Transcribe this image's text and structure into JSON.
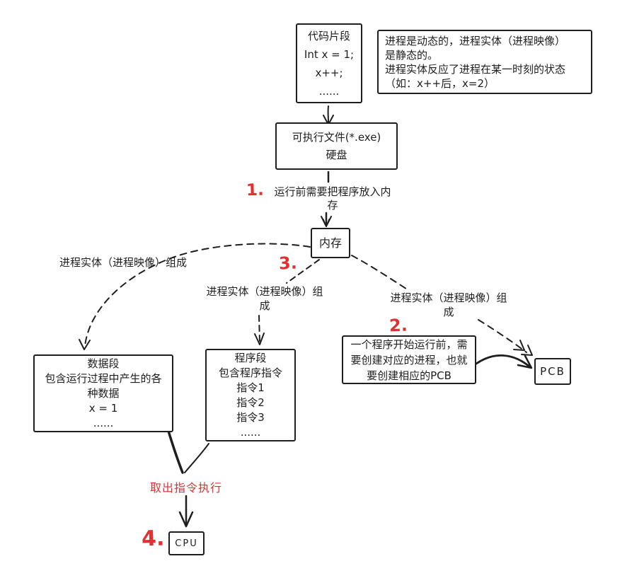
{
  "colors": {
    "background": "#ffffff",
    "ink": "#1e1e1e",
    "accent_red": "#e03131"
  },
  "boxes": {
    "code": {
      "lines": [
        "代码片段",
        "Int x = 1;",
        "x++;",
        "......"
      ]
    },
    "note": {
      "lines": [
        "进程是动态的，进程实体（进程映像）",
        "是静态的。",
        "进程实体反应了进程在某一时刻的状态",
        "（如：x++后，x=2）"
      ]
    },
    "exe": {
      "lines": [
        "可执行文件(*.exe)",
        "硬盘"
      ]
    },
    "memory": {
      "label": "内存"
    },
    "data_segment": {
      "lines": [
        "数据段",
        "包含运行过程中产生的各",
        "种数据",
        "x = 1",
        "......"
      ]
    },
    "program_segment": {
      "lines": [
        "程序段",
        "包含程序指令",
        "指令1",
        "指令2",
        "指令3",
        "......"
      ]
    },
    "creation": {
      "lines": [
        "一个程序开始运行前，需",
        "要创建对应的进程，也就",
        "要创建相应的PCB"
      ]
    },
    "pcb": {
      "label": "PCB"
    },
    "cpu": {
      "label": "CPU"
    }
  },
  "labels": {
    "step1_num": "1.",
    "step1_lines": [
      "运行前需要把程序放入内",
      "存"
    ],
    "step2_num": "2.",
    "step3_num": "3.",
    "step4_num": "4.",
    "compose_left": "进程实体（进程映像）组成",
    "compose_mid": [
      "进程实体（进程映像）组",
      "成"
    ],
    "compose_right": [
      "进程实体（进程映像）组",
      "成"
    ],
    "fetch_exec": "取出指令执行"
  }
}
